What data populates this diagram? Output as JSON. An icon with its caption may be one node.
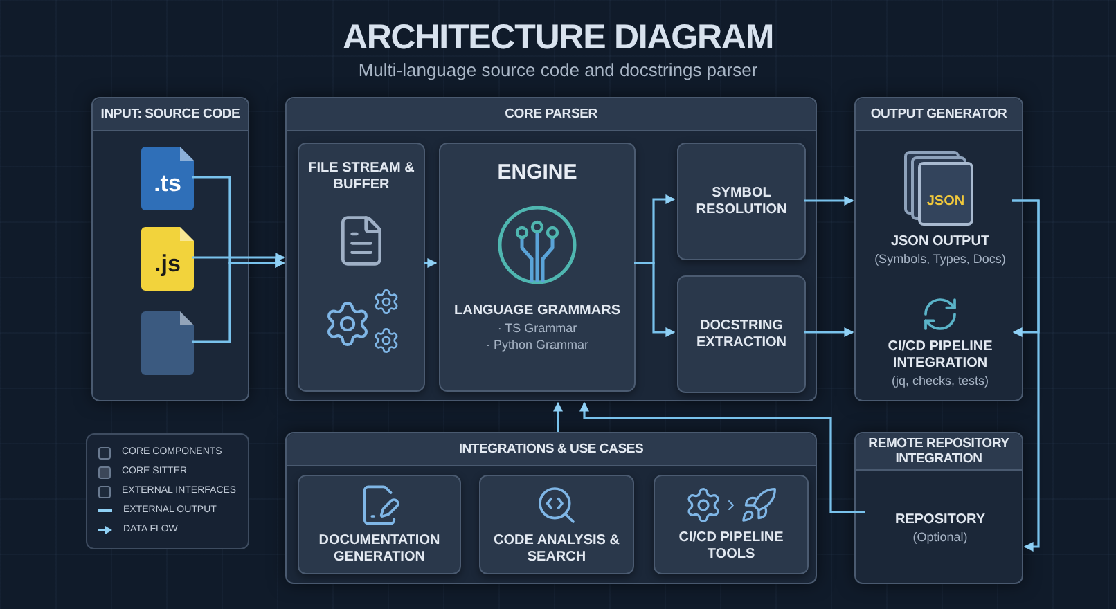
{
  "diagram": {
    "title": "ARCHITECTURE DIAGRAM",
    "caption": "Multi-language source code and docstrings parser",
    "nodes": [
      {
        "text": [
          "INPUT: SOURCE CODE"
        ]
      },
      {
        "text": [
          ".ts"
        ],
        "in": 0
      },
      {
        "text": [
          ".js"
        ],
        "in": 0
      },
      {
        "text": [],
        "shape": "file",
        "in": 0
      },
      {
        "text": [
          "CORE PARSER"
        ]
      },
      {
        "text": [
          "FILE STREAM & BUFFER"
        ],
        "in": 4
      },
      {
        "text": [
          "ENGINE",
          "LANGUAGE GRAMMARS",
          "· TS Grammar",
          "· Python Grammar"
        ],
        "in": 4
      },
      {
        "text": [
          "SYMBOL RESOLUTION"
        ],
        "in": 4
      },
      {
        "text": [
          "DOCSTRING EXTRACTION"
        ],
        "in": 4
      },
      {
        "text": [
          "OUTPUT GENERATOR"
        ]
      },
      {
        "text": [
          "JSON",
          "JSON OUTPUT",
          "(Symbols, Types, Docs)"
        ],
        "in": 9
      },
      {
        "text": [
          "CI/CD PIPELINE INTEGRATION",
          "(jq, checks, tests)"
        ],
        "in": 9
      },
      {
        "text": [
          "REMOTE REPOSITORY INTEGRATION"
        ]
      },
      {
        "text": [
          "REPOSITORY",
          "(Optional)"
        ],
        "in": 12
      },
      {
        "text": [
          "INTEGRATIONS & USE CASES"
        ]
      },
      {
        "text": [
          "DOCUMENTATION GENERATION"
        ],
        "in": 14
      },
      {
        "text": [
          "CODE ANALYSIS & SEARCH"
        ],
        "in": 14
      },
      {
        "text": [
          "CI/CD PIPELINE TOOLS"
        ],
        "in": 14
      }
    ],
    "edges": [
      {
        "from": 1,
        "to": 4,
        "arrow": "to"
      },
      {
        "from": 2,
        "to": 4,
        "arrow": "to"
      },
      {
        "from": 3,
        "to": 4,
        "arrow": "to"
      },
      {
        "from": 5,
        "to": 6,
        "arrow": "to"
      },
      {
        "from": 6,
        "to": 7,
        "arrow": "to"
      },
      {
        "from": 6,
        "to": 8,
        "arrow": "to"
      },
      {
        "from": 7,
        "to": 9,
        "arrow": "to"
      },
      {
        "from": 8,
        "to": 9,
        "arrow": "to"
      },
      {
        "from": 10,
        "to": 11,
        "arrow": "to"
      },
      {
        "from": 10,
        "to": 12,
        "arrow": "to"
      },
      {
        "from": 13,
        "to": 4,
        "arrow": "to"
      },
      {
        "from": 14,
        "to": 4,
        "arrow": "to"
      }
    ],
    "legend": [
      {
        "text": "CORE COMPONENTS",
        "color": "#1e2a3b"
      },
      {
        "text": "CORE SITTER",
        "color": "#3c4759"
      },
      {
        "text": "EXTERNAL INTERFACES",
        "color": "#1e2a3b"
      },
      {
        "text": "EXTERNAL OUTPUT"
      },
      {
        "text": "DATA FLOW"
      }
    ]
  }
}
